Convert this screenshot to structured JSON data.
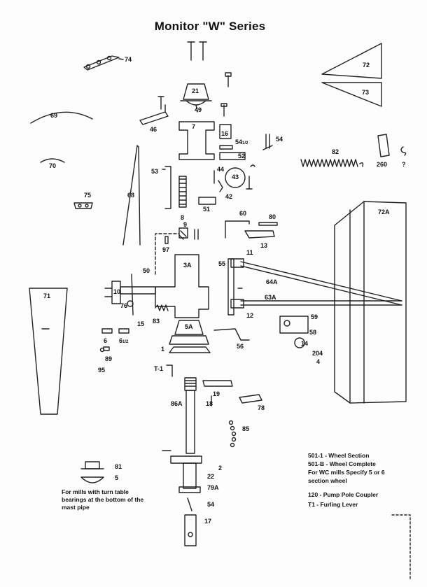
{
  "title": "Monitor \"W\" Series",
  "labels": {
    "p74": "74",
    "p72": "72",
    "p73": "73",
    "p21": "21",
    "p49": "49",
    "p46": "46",
    "p69": "69",
    "p7": "7",
    "p16": "16",
    "p54half": "54",
    "p54half_frac": "1/2",
    "p54": "54",
    "p82": "82",
    "p260": "260",
    "pq": "?",
    "p70": "70",
    "p68": "68",
    "p53": "53",
    "p52": "52",
    "p44": "44",
    "p43": "43",
    "p42": "42",
    "p75": "75",
    "p51": "51",
    "p8": "8",
    "p9": "9",
    "p60": "60",
    "p80": "80",
    "p72A": "72A",
    "p13": "13",
    "p97": "97",
    "p11": "11",
    "p55": "55",
    "p3A": "3A",
    "p50": "50",
    "p64A": "64A",
    "p71": "71",
    "p10": "10",
    "p76": "76",
    "p63A": "63A",
    "p12": "12",
    "p59": "59",
    "p15": "15",
    "p83": "83",
    "p5A": "5A",
    "p58": "58",
    "p6": "6",
    "p6half": "6",
    "p6half_frac": "1/2",
    "p14": "14",
    "p204": "204",
    "p4": "4",
    "p56": "56",
    "p1": "1",
    "p89": "89",
    "p95": "95",
    "pT1": "T-1",
    "p19": "19",
    "p86A": "86A",
    "p18": "18",
    "p78": "78",
    "p85": "85",
    "p81": "81",
    "p5": "5",
    "p2": "2",
    "p22": "22",
    "p79A": "79A",
    "p54b": "54",
    "p17": "17"
  },
  "legend": [
    "501-1 - Wheel Section",
    "501-B - Wheel Complete",
    "For WC mills Specify 5 or 6",
    "section wheel",
    "120 - Pump Pole Coupler",
    "T1  -  Furling Lever"
  ],
  "note": "For mills with turn table bearings at the bottom of the mast pipe"
}
